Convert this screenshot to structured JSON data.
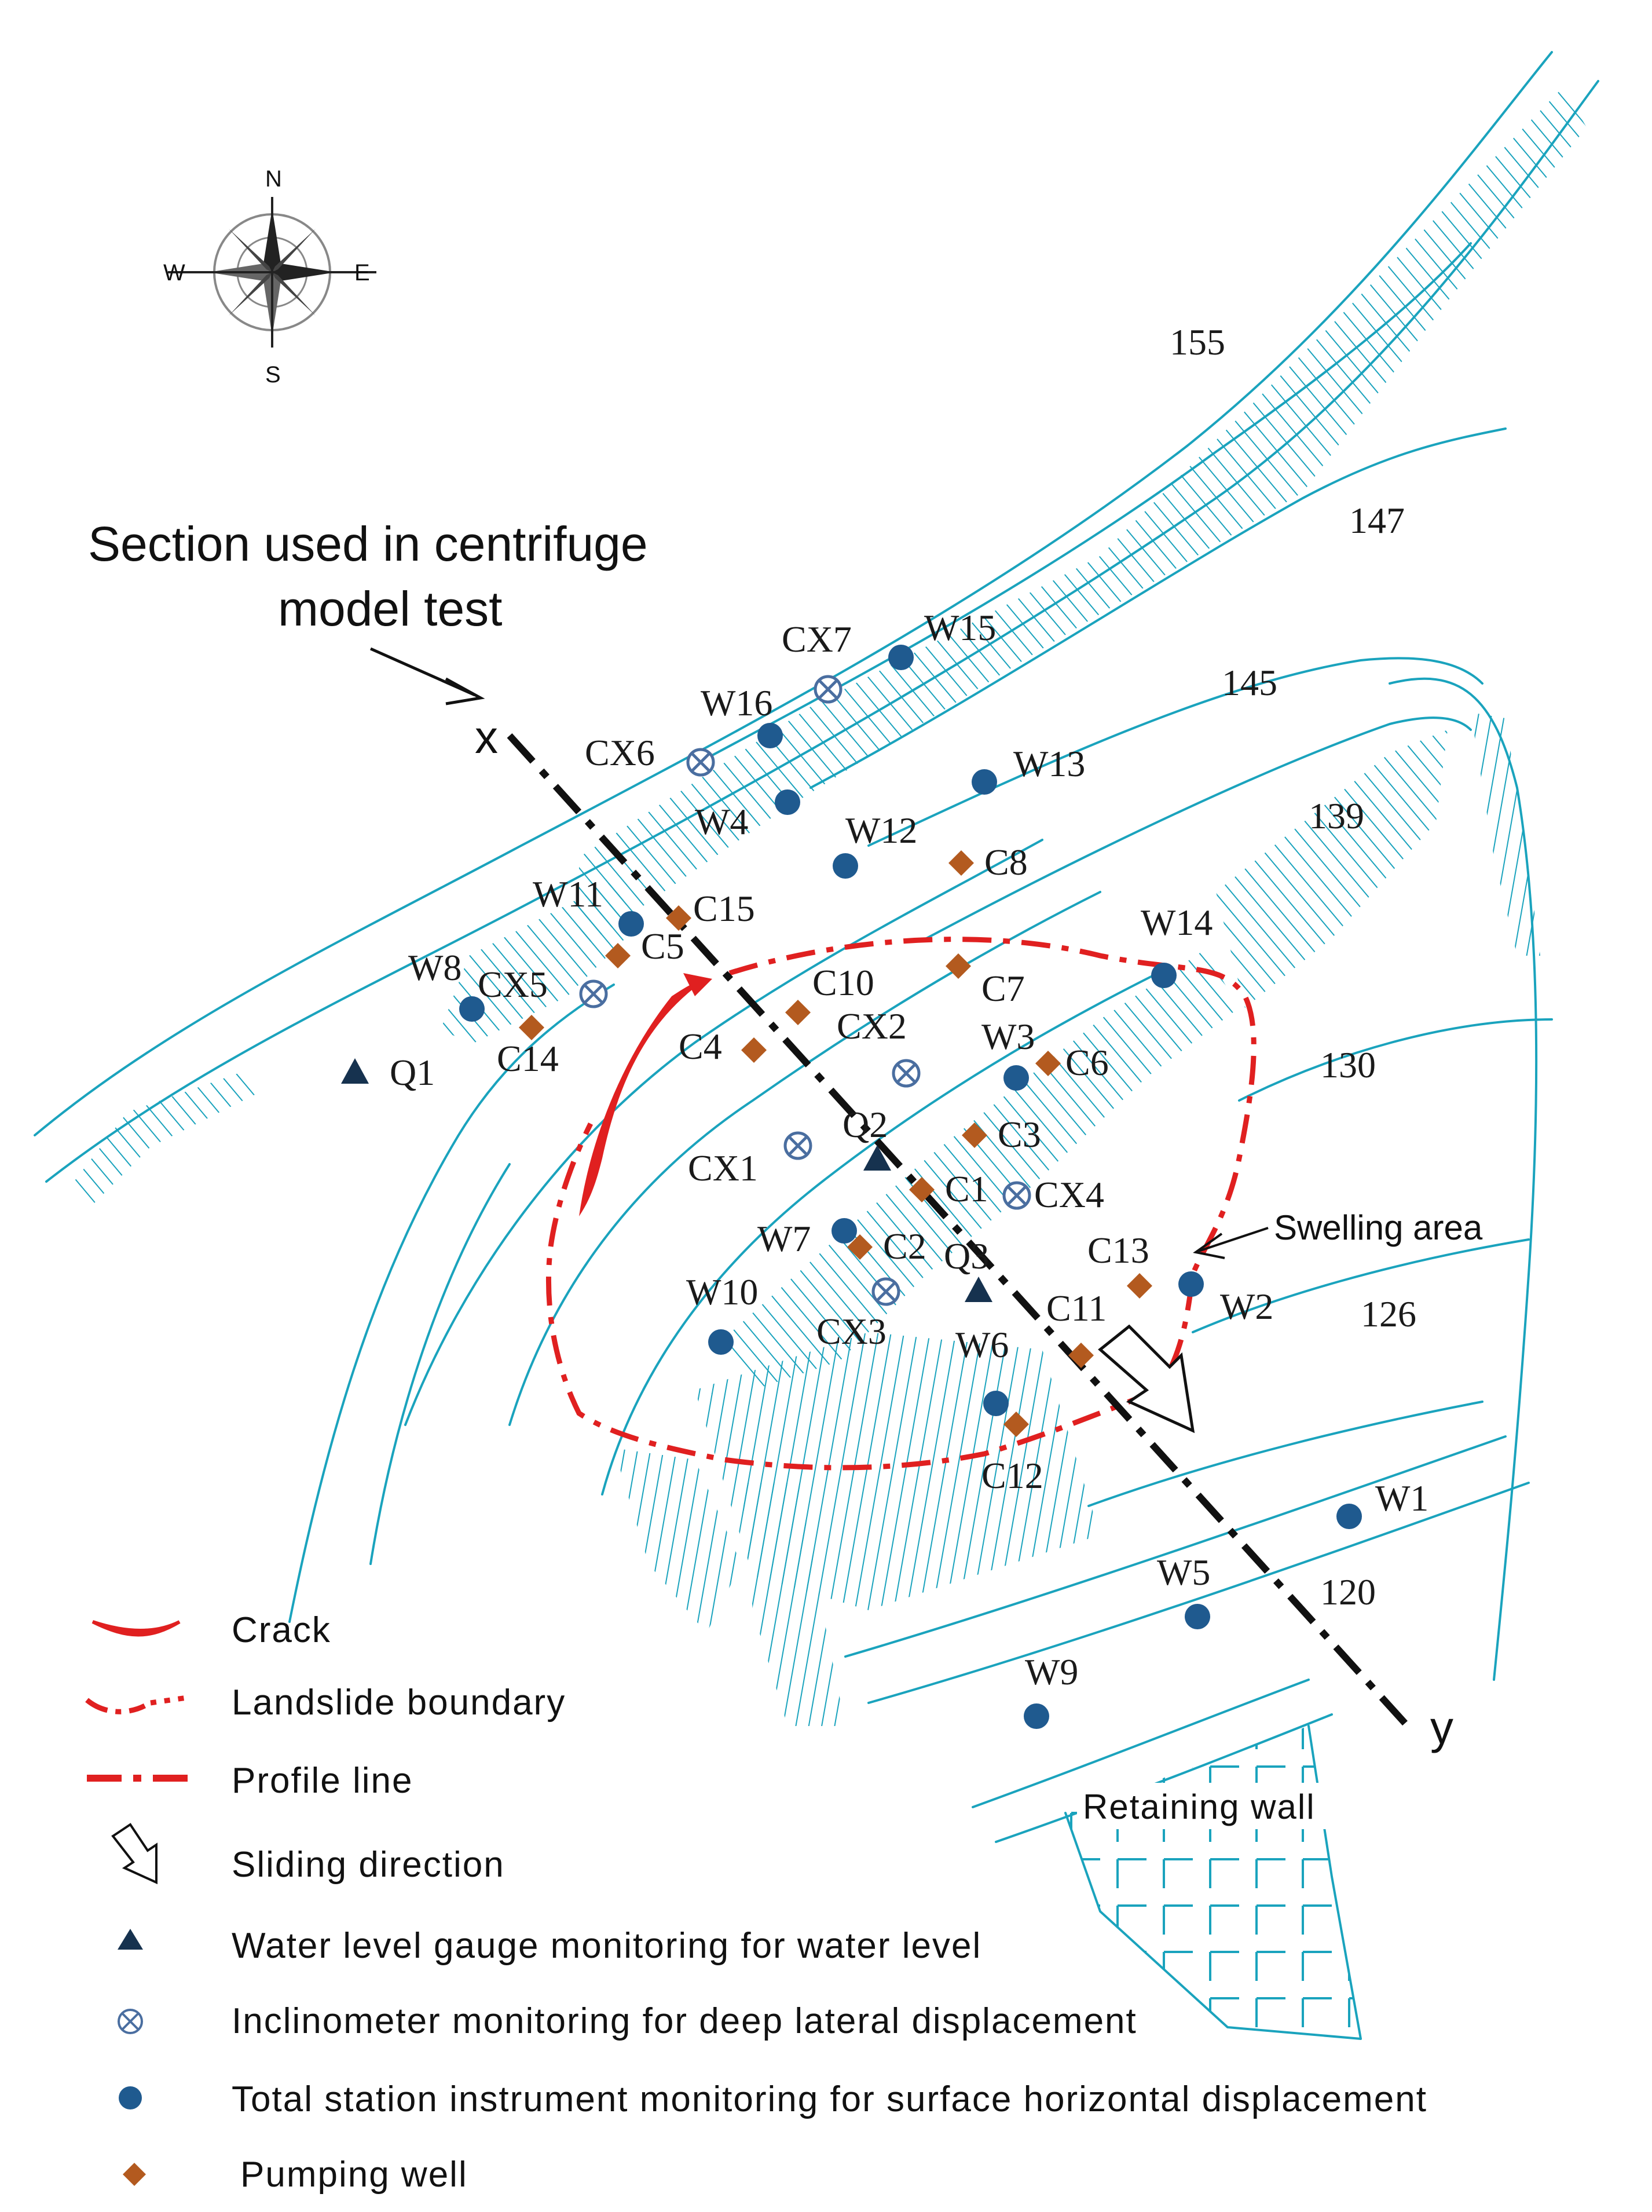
{
  "compass": {
    "n": "N",
    "s": "S",
    "e": "E",
    "w": "W"
  },
  "section_note": {
    "line1": "Section used in centrifuge",
    "line2": "model test"
  },
  "axis": {
    "start": "x",
    "end": "y"
  },
  "contours": [
    {
      "id": "c155",
      "label": "155"
    },
    {
      "id": "c147",
      "label": "147"
    },
    {
      "id": "c145",
      "label": "145"
    },
    {
      "id": "c139",
      "label": "139"
    },
    {
      "id": "c130",
      "label": "130"
    },
    {
      "id": "c126",
      "label": "126"
    },
    {
      "id": "c120",
      "label": "120"
    }
  ],
  "annotations": {
    "swelling": "Swelling area",
    "retaining_wall": "Retaining wall"
  },
  "points": [
    {
      "label": "W15",
      "kind": "station"
    },
    {
      "label": "W16",
      "kind": "station"
    },
    {
      "label": "W13",
      "kind": "station"
    },
    {
      "label": "W4",
      "kind": "station"
    },
    {
      "label": "W12",
      "kind": "station"
    },
    {
      "label": "W11",
      "kind": "station"
    },
    {
      "label": "W8",
      "kind": "station"
    },
    {
      "label": "W14",
      "kind": "station"
    },
    {
      "label": "W3",
      "kind": "station"
    },
    {
      "label": "W7",
      "kind": "station"
    },
    {
      "label": "W10",
      "kind": "station"
    },
    {
      "label": "W6",
      "kind": "station"
    },
    {
      "label": "W2",
      "kind": "station"
    },
    {
      "label": "W1",
      "kind": "station"
    },
    {
      "label": "W5",
      "kind": "station"
    },
    {
      "label": "W9",
      "kind": "station"
    },
    {
      "label": "CX7",
      "kind": "inclinometer"
    },
    {
      "label": "CX6",
      "kind": "inclinometer"
    },
    {
      "label": "CX5",
      "kind": "inclinometer"
    },
    {
      "label": "CX2",
      "kind": "inclinometer"
    },
    {
      "label": "CX1",
      "kind": "inclinometer"
    },
    {
      "label": "CX4",
      "kind": "inclinometer"
    },
    {
      "label": "CX3",
      "kind": "inclinometer"
    },
    {
      "label": "C15",
      "kind": "well"
    },
    {
      "label": "C5",
      "kind": "well"
    },
    {
      "label": "C8",
      "kind": "well"
    },
    {
      "label": "C14",
      "kind": "well"
    },
    {
      "label": "C10",
      "kind": "well"
    },
    {
      "label": "C4",
      "kind": "well"
    },
    {
      "label": "C7",
      "kind": "well"
    },
    {
      "label": "C6",
      "kind": "well"
    },
    {
      "label": "C3",
      "kind": "well"
    },
    {
      "label": "C1",
      "kind": "well"
    },
    {
      "label": "C2",
      "kind": "well"
    },
    {
      "label": "C13",
      "kind": "well"
    },
    {
      "label": "C11",
      "kind": "well"
    },
    {
      "label": "C12",
      "kind": "well"
    },
    {
      "label": "Q1",
      "kind": "gauge"
    },
    {
      "label": "Q2",
      "kind": "gauge"
    },
    {
      "label": "Q3",
      "kind": "gauge"
    }
  ],
  "legend": [
    {
      "key": "crack",
      "text": "Crack"
    },
    {
      "key": "boundary",
      "text": "Landslide boundary"
    },
    {
      "key": "profile",
      "text": "Profile line"
    },
    {
      "key": "direction",
      "text": "Sliding direction"
    },
    {
      "key": "gauge",
      "text": "Water level gauge monitoring for water level"
    },
    {
      "key": "inclinometer",
      "text": "Inclinometer monitoring for deep lateral displacement"
    },
    {
      "key": "station",
      "text": "Total station instrument monitoring for surface horizontal displacement"
    },
    {
      "key": "well",
      "text": "Pumping well"
    }
  ],
  "colors": {
    "contour": "#1aa3bd",
    "boundary": "#e02020",
    "station": "#1f5a8f",
    "well": "#b35a1f",
    "inclinometer": "#4a6ea0",
    "gauge": "#16324f"
  },
  "icons": {
    "gauge": "triangle",
    "inclinometer": "circled-x",
    "station": "filled-circle",
    "well": "filled-diamond",
    "direction": "hollow-arrow"
  }
}
